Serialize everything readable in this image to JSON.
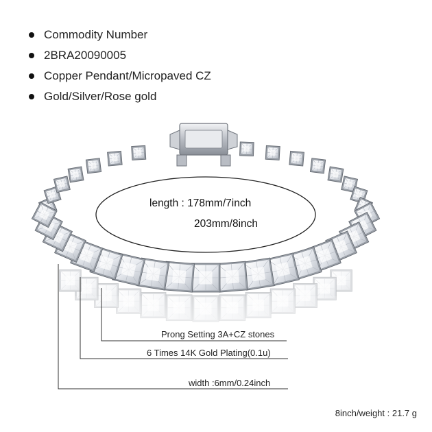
{
  "specs": [
    "Commodity Number",
    "2BRA20090005",
    "Copper Pendant/Micropaved CZ",
    "Gold/Silver/Rose gold"
  ],
  "length_label": "length : 178mm/7inch",
  "length_alt": "203mm/8inch",
  "callouts": {
    "prong": "Prong Setting 3A+CZ stones",
    "plating": "6 Times  14K  Gold  Plating(0.1u)",
    "width": "width :6mm/0.24inch"
  },
  "weight": "8inch/weight : 21.7 g",
  "colors": {
    "metal": "#c9ccd2",
    "metal_dark": "#7d828b",
    "stone": "#f4f6f8",
    "line": "#333333"
  },
  "icons": [
    "bracelet-image",
    "clasp-icon"
  ]
}
